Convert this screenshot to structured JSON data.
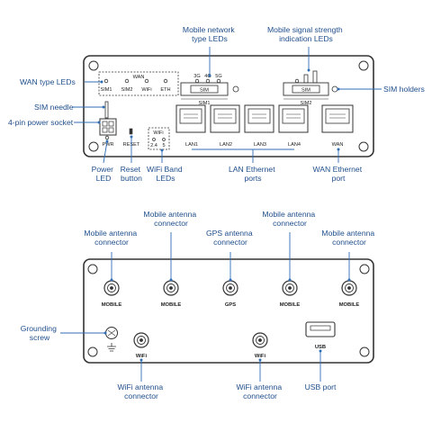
{
  "front_callouts": {
    "mobile_network_type_leds": [
      "Mobile network",
      "type LEDs"
    ],
    "mobile_signal_strength_leds": [
      "Mobile signal strength",
      "indication LEDs"
    ],
    "wan_type_leds": [
      "WAN type LEDs"
    ],
    "sim_needle": [
      "SIM needle"
    ],
    "power_socket": [
      "4-pin power socket"
    ],
    "sim_holders": [
      "SIM holders"
    ],
    "power_led": [
      "Power",
      "LED"
    ],
    "reset_button": [
      "Reset",
      "button"
    ],
    "wifi_band_leds": [
      "WiFi Band",
      "LEDs"
    ],
    "lan_ports": [
      "LAN Ethernet",
      "ports"
    ],
    "wan_port": [
      "WAN Ethernet",
      "port"
    ]
  },
  "back_callouts": {
    "mobile_antenna_left": [
      "Mobile antenna",
      "connector"
    ],
    "mobile_antenna_center_left": [
      "Mobile antenna",
      "connector"
    ],
    "gps_antenna": [
      "GPS antenna",
      "connector"
    ],
    "mobile_antenna_center_right": [
      "Mobile antenna",
      "connector"
    ],
    "mobile_antenna_right": [
      "Mobile antenna",
      "connector"
    ],
    "grounding_screw": [
      "Grounding",
      "screw"
    ],
    "wifi_antenna_left": [
      "WiFi antenna",
      "connector"
    ],
    "wifi_antenna_right": [
      "WiFi antenna",
      "connector"
    ],
    "usb_port": [
      "USB port"
    ]
  },
  "front_labels": {
    "wan_group": "WAN",
    "wan_leds": [
      "SIM1",
      "SIM2",
      "WiFi",
      "ETH"
    ],
    "net_types": [
      "3G",
      "4G",
      "5G"
    ],
    "sim_slot": "SIM",
    "sim1": "SIM1",
    "sim2": "SIM2",
    "wifi_group": "WiFi",
    "wifi_bands": [
      "2.4",
      "5"
    ],
    "pwr": "PWR",
    "reset": "RESET",
    "lan_ports": [
      "LAN1",
      "LAN2",
      "LAN3",
      "LAN4"
    ],
    "wan_port": "WAN"
  },
  "back_labels": {
    "mobile": "MOBILE",
    "gps": "GPS",
    "wifi": "WiFi",
    "usb": "USB"
  },
  "colors": {
    "callout_text": "#1f4e8c",
    "leader_line": "#2f6db5",
    "device_outline": "#333333"
  }
}
